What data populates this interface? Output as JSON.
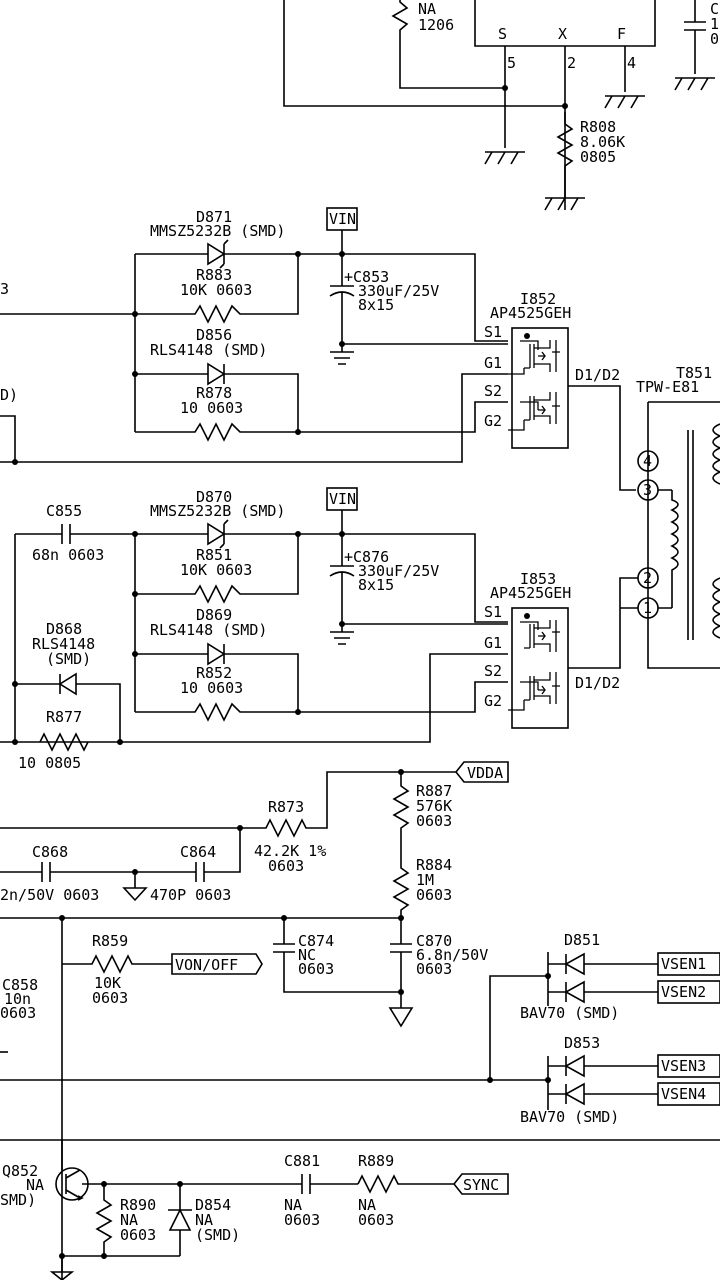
{
  "top": {
    "r_top_mid": "NA",
    "r_top_bot": "1206",
    "ic_pin_s": "S",
    "ic_pin_x": "X",
    "ic_pin_f": "F",
    "ic_pin_5": "5",
    "ic_pin_2": "2",
    "ic_pin_4": "4",
    "c_right_a": "C",
    "c_right_b": "1",
    "c_right_c": "0"
  },
  "r808": {
    "ref": "R808",
    "value": "8.06K",
    "pkg": "0805"
  },
  "stage1": {
    "d871_ref": "D871",
    "d871_part": "MMSZ5232B (SMD)",
    "vin": "VIN",
    "c853_ref": "+C853",
    "c853_val": "330uF/25V",
    "c853_size": "8x15",
    "r883_ref": "R883",
    "r883_val": "10K 0603",
    "d856_ref": "D856",
    "d856_part": "RLS4148 (SMD)",
    "r878_ref": "R878",
    "r878_val": "10  0603",
    "left_frag": "3",
    "left_frag2": "D)",
    "ic_ref": "I852",
    "ic_part": "AP4525GEH",
    "pin_s1": "S1",
    "pin_g1": "G1",
    "pin_s2": "S2",
    "pin_g2": "G2",
    "d1d2": "D1/D2"
  },
  "transformer": {
    "ref": "T851",
    "part": "TPW-E81",
    "pin4": "4",
    "pin3": "3",
    "pin2": "2",
    "pin1": "1"
  },
  "stage2": {
    "c855_ref": "C855",
    "c855_val": "68n 0603",
    "d870_ref": "D870",
    "d870_part": "MMSZ5232B (SMD)",
    "vin": "VIN",
    "c876_ref": "+C876",
    "c876_val": "330uF/25V",
    "c876_size": "8x15",
    "r851_ref": "R851",
    "r851_val": "10K 0603",
    "d869_ref": "D869",
    "d869_part": "RLS4148 (SMD)",
    "d868_ref": "D868",
    "d868_part": "RLS4148",
    "d868_pkg": "(SMD)",
    "r852_ref": "R852",
    "r852_val": "10  0603",
    "r877_ref": "R877",
    "r877_val": "10  0805",
    "ic_ref": "I853",
    "ic_part": "AP4525GEH",
    "pin_s1": "S1",
    "pin_g1": "G1",
    "pin_s2": "S2",
    "pin_g2": "G2",
    "d1d2": "D1/D2"
  },
  "lower": {
    "vdda": "VDDA",
    "r887_ref": "R887",
    "r887_val": "576K",
    "r887_pkg": "0603",
    "r873_ref": "R873",
    "r873_val": "42.2K 1%",
    "r873_pkg": "0603",
    "c868_ref": "C868",
    "c868_val": "2n/50V  0603",
    "c864_ref": "C864",
    "c864_val": "470P  0603",
    "r884_ref": "R884",
    "r884_val": "1M",
    "r884_pkg": "0603",
    "r859_ref": "R859",
    "r859_val": "10K",
    "r859_pkg": "0603",
    "von_off": "VON/OFF",
    "c874_ref": "C874",
    "c874_val": "NC",
    "c874_pkg": "0603",
    "c870_ref": "C870",
    "c870_val": "6.8n/50V",
    "c870_pkg": "0603",
    "c858_ref": "C858",
    "c858_val": "10n",
    "c858_pkg": "0603",
    "d851_ref": "D851",
    "d851_part": "BAV70  (SMD)",
    "d853_ref": "D853",
    "d853_part": "BAV70  (SMD)",
    "vsen1": "VSEN1",
    "vsen2": "VSEN2",
    "vsen3": "VSEN3",
    "vsen4": "VSEN4"
  },
  "bottom": {
    "q852_ref": "Q852",
    "q852_val": "NA",
    "q852_pkg": "SMD)",
    "c881_ref": "C881",
    "c881_val": "NA",
    "c881_pkg": "0603",
    "r889_ref": "R889",
    "r889_val": "NA",
    "r889_pkg": "0603",
    "sync": "SYNC",
    "r890_ref": "R890",
    "r890_val": "NA",
    "r890_pkg": "0603",
    "d854_ref": "D854",
    "d854_val": "NA",
    "d854_pkg": "(SMD)"
  }
}
